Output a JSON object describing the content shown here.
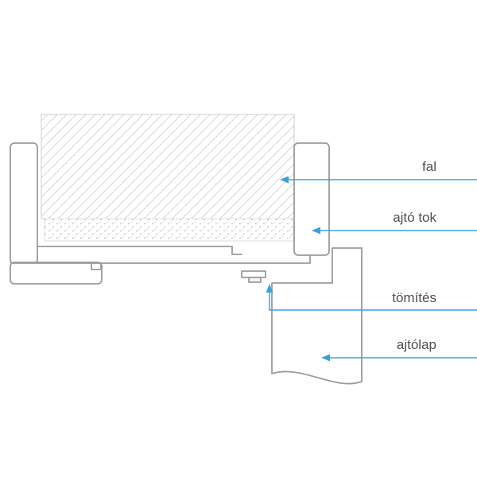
{
  "diagram": {
    "type": "technical-cross-section",
    "subject": "door frame installation detail",
    "labels": {
      "wall": "fal",
      "frame": "ajtó tok",
      "seal": "tömítés",
      "door_leaf": "ajtólap"
    },
    "colors": {
      "callout": "#3aa2da",
      "outline": "#9b9b9b",
      "wall_border": "#cccccc",
      "hatch": "#d6d6d6",
      "dots": "#b8b8b8",
      "text": "#4f4f4f",
      "background": "#ffffff"
    }
  }
}
